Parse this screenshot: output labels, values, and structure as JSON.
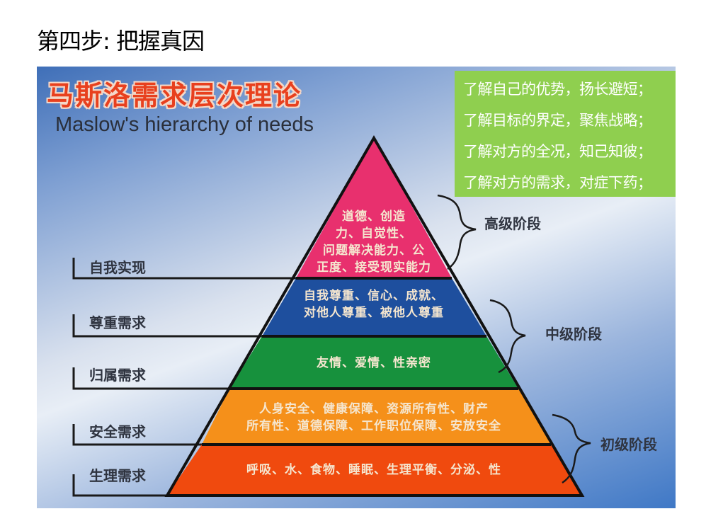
{
  "slide": {
    "title": "第四步: 把握真因"
  },
  "figure": {
    "title_cn": "马斯洛需求层次理论",
    "title_en": "Maslow's hierarchy of needs",
    "callout": {
      "background": "#8fcf4f",
      "lines": [
        "了解自己的优势，扬长避短；",
        "了解目标的界定，聚焦战略；",
        "了解对方的全况，知己知彼；",
        "了解对方的需求，对症下药；"
      ]
    },
    "layers": [
      {
        "level": "自我实现",
        "color": "#e8306e",
        "lines": [
          "道德、创造",
          "力、自觉性、",
          "问题解决能力、公",
          "正度、接受现实能力"
        ]
      },
      {
        "level": "尊重需求",
        "color": "#1e4f9e",
        "lines": [
          "自我尊重、信心、成就、",
          "对他人尊重、被他人尊重"
        ]
      },
      {
        "level": "归属需求",
        "color": "#17913d",
        "lines": [
          "友情、爱情、性亲密"
        ]
      },
      {
        "level": "安全需求",
        "color": "#f5901a",
        "lines": [
          "人身安全、健康保障、资源所有性、财产",
          "所有性、道德保障、工作职位保障、安放安全"
        ]
      },
      {
        "level": "生理需求",
        "color": "#f04a0e",
        "lines": [
          "呼吸、水、食物、睡眠、生理平衡、分泌、性"
        ]
      }
    ],
    "stages": [
      "高级阶段",
      "中级阶段",
      "初级阶段"
    ]
  }
}
